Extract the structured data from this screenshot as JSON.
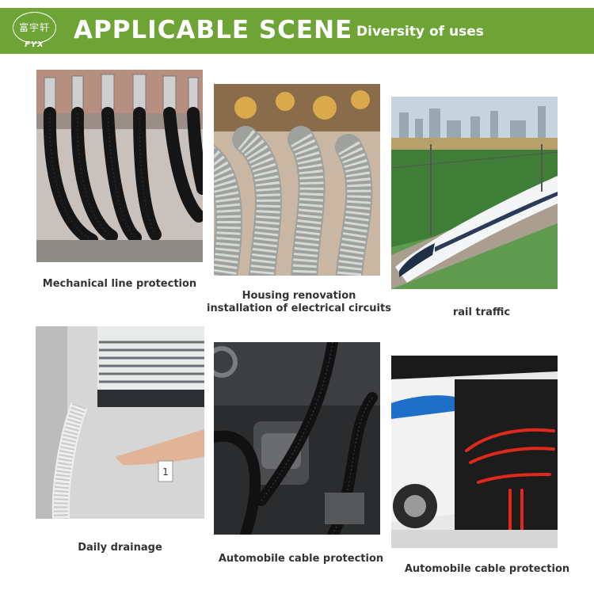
{
  "banner": {
    "logo_text": "富宇轩",
    "logo_subtext": "FYX",
    "title": "APPLICABLE SCENE",
    "subtitle": "Diversity of uses",
    "color": "#6ea436"
  },
  "scenes": [
    {
      "caption": "Mechanical line protection",
      "icon": "black-corrugated-hoses-photo"
    },
    {
      "caption_line1": "Housing renovation",
      "caption_line2": "installation of electrical circuits",
      "icon": "grey-conduit-photo"
    },
    {
      "caption": "rail traffic",
      "icon": "high-speed-train-photo"
    },
    {
      "caption": "Daily drainage",
      "icon": "air-conditioner-drain-photo"
    },
    {
      "caption": "Automobile cable protection",
      "icon": "engine-bay-photo"
    },
    {
      "caption": "Automobile cable protection",
      "icon": "bus-cabling-photo"
    }
  ]
}
